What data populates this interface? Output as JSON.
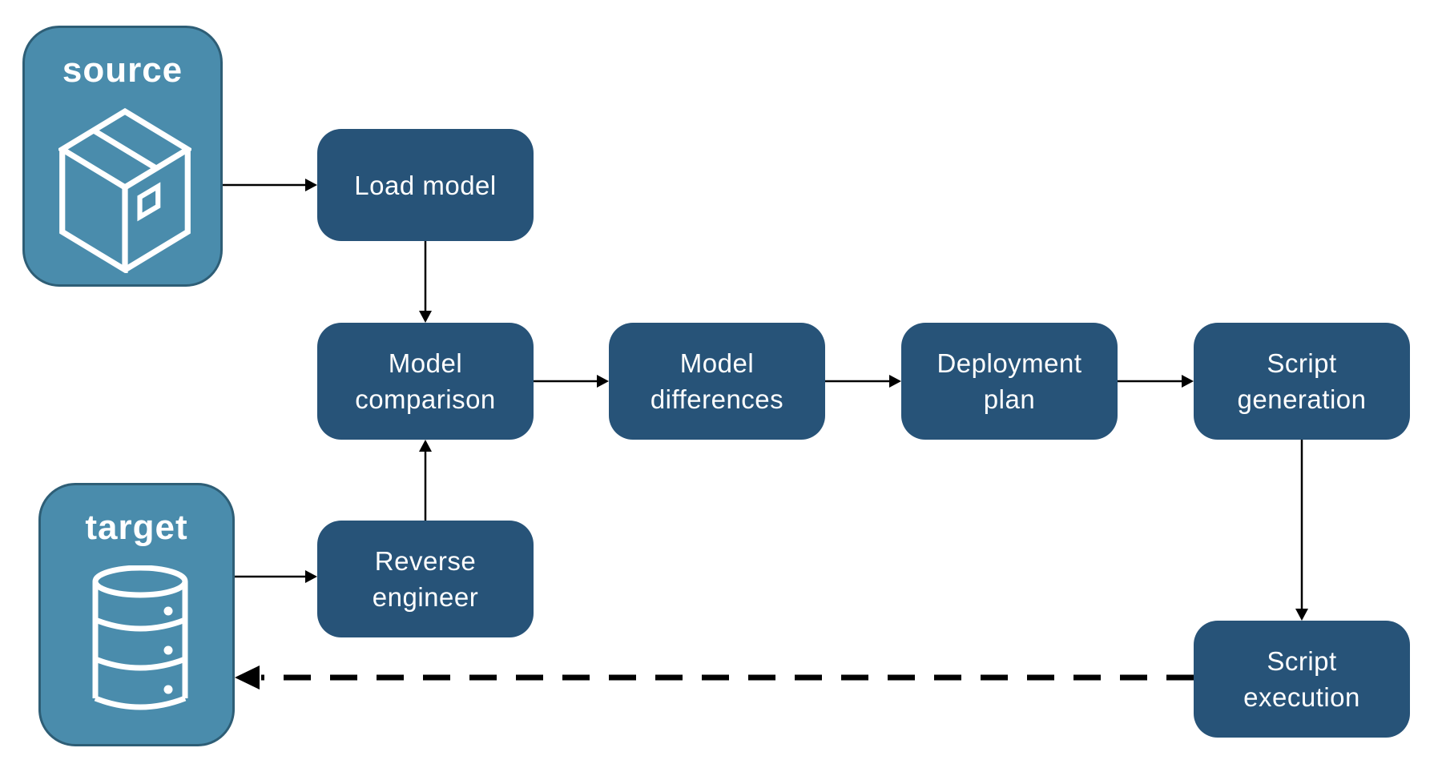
{
  "diagram": {
    "type": "flowchart",
    "containers": [
      {
        "id": "source",
        "label": "source",
        "icon": "package-icon"
      },
      {
        "id": "target",
        "label": "target",
        "icon": "database-icon"
      }
    ],
    "nodes": [
      {
        "id": "load-model",
        "label": "Load model"
      },
      {
        "id": "model-comparison",
        "label": "Model comparison"
      },
      {
        "id": "model-differences",
        "label": "Model differences"
      },
      {
        "id": "deployment-plan",
        "label": "Deployment plan"
      },
      {
        "id": "script-generation",
        "label": "Script generation"
      },
      {
        "id": "reverse-engineer",
        "label": "Reverse engineer"
      },
      {
        "id": "script-execution",
        "label": "Script execution"
      }
    ],
    "edges": [
      {
        "from": "source",
        "to": "load-model",
        "style": "solid"
      },
      {
        "from": "load-model",
        "to": "model-comparison",
        "style": "solid"
      },
      {
        "from": "model-comparison",
        "to": "model-differences",
        "style": "solid"
      },
      {
        "from": "model-differences",
        "to": "deployment-plan",
        "style": "solid"
      },
      {
        "from": "deployment-plan",
        "to": "script-generation",
        "style": "solid"
      },
      {
        "from": "script-generation",
        "to": "script-execution",
        "style": "solid"
      },
      {
        "from": "target",
        "to": "reverse-engineer",
        "style": "solid"
      },
      {
        "from": "reverse-engineer",
        "to": "model-comparison",
        "style": "solid"
      },
      {
        "from": "script-execution",
        "to": "target",
        "style": "dashed"
      }
    ],
    "colors": {
      "container_fill": "#4A8CAC",
      "container_border": "#2E5E76",
      "node_fill": "#275378",
      "label_text": "#FFFFFF",
      "arrow": "#000000"
    }
  }
}
